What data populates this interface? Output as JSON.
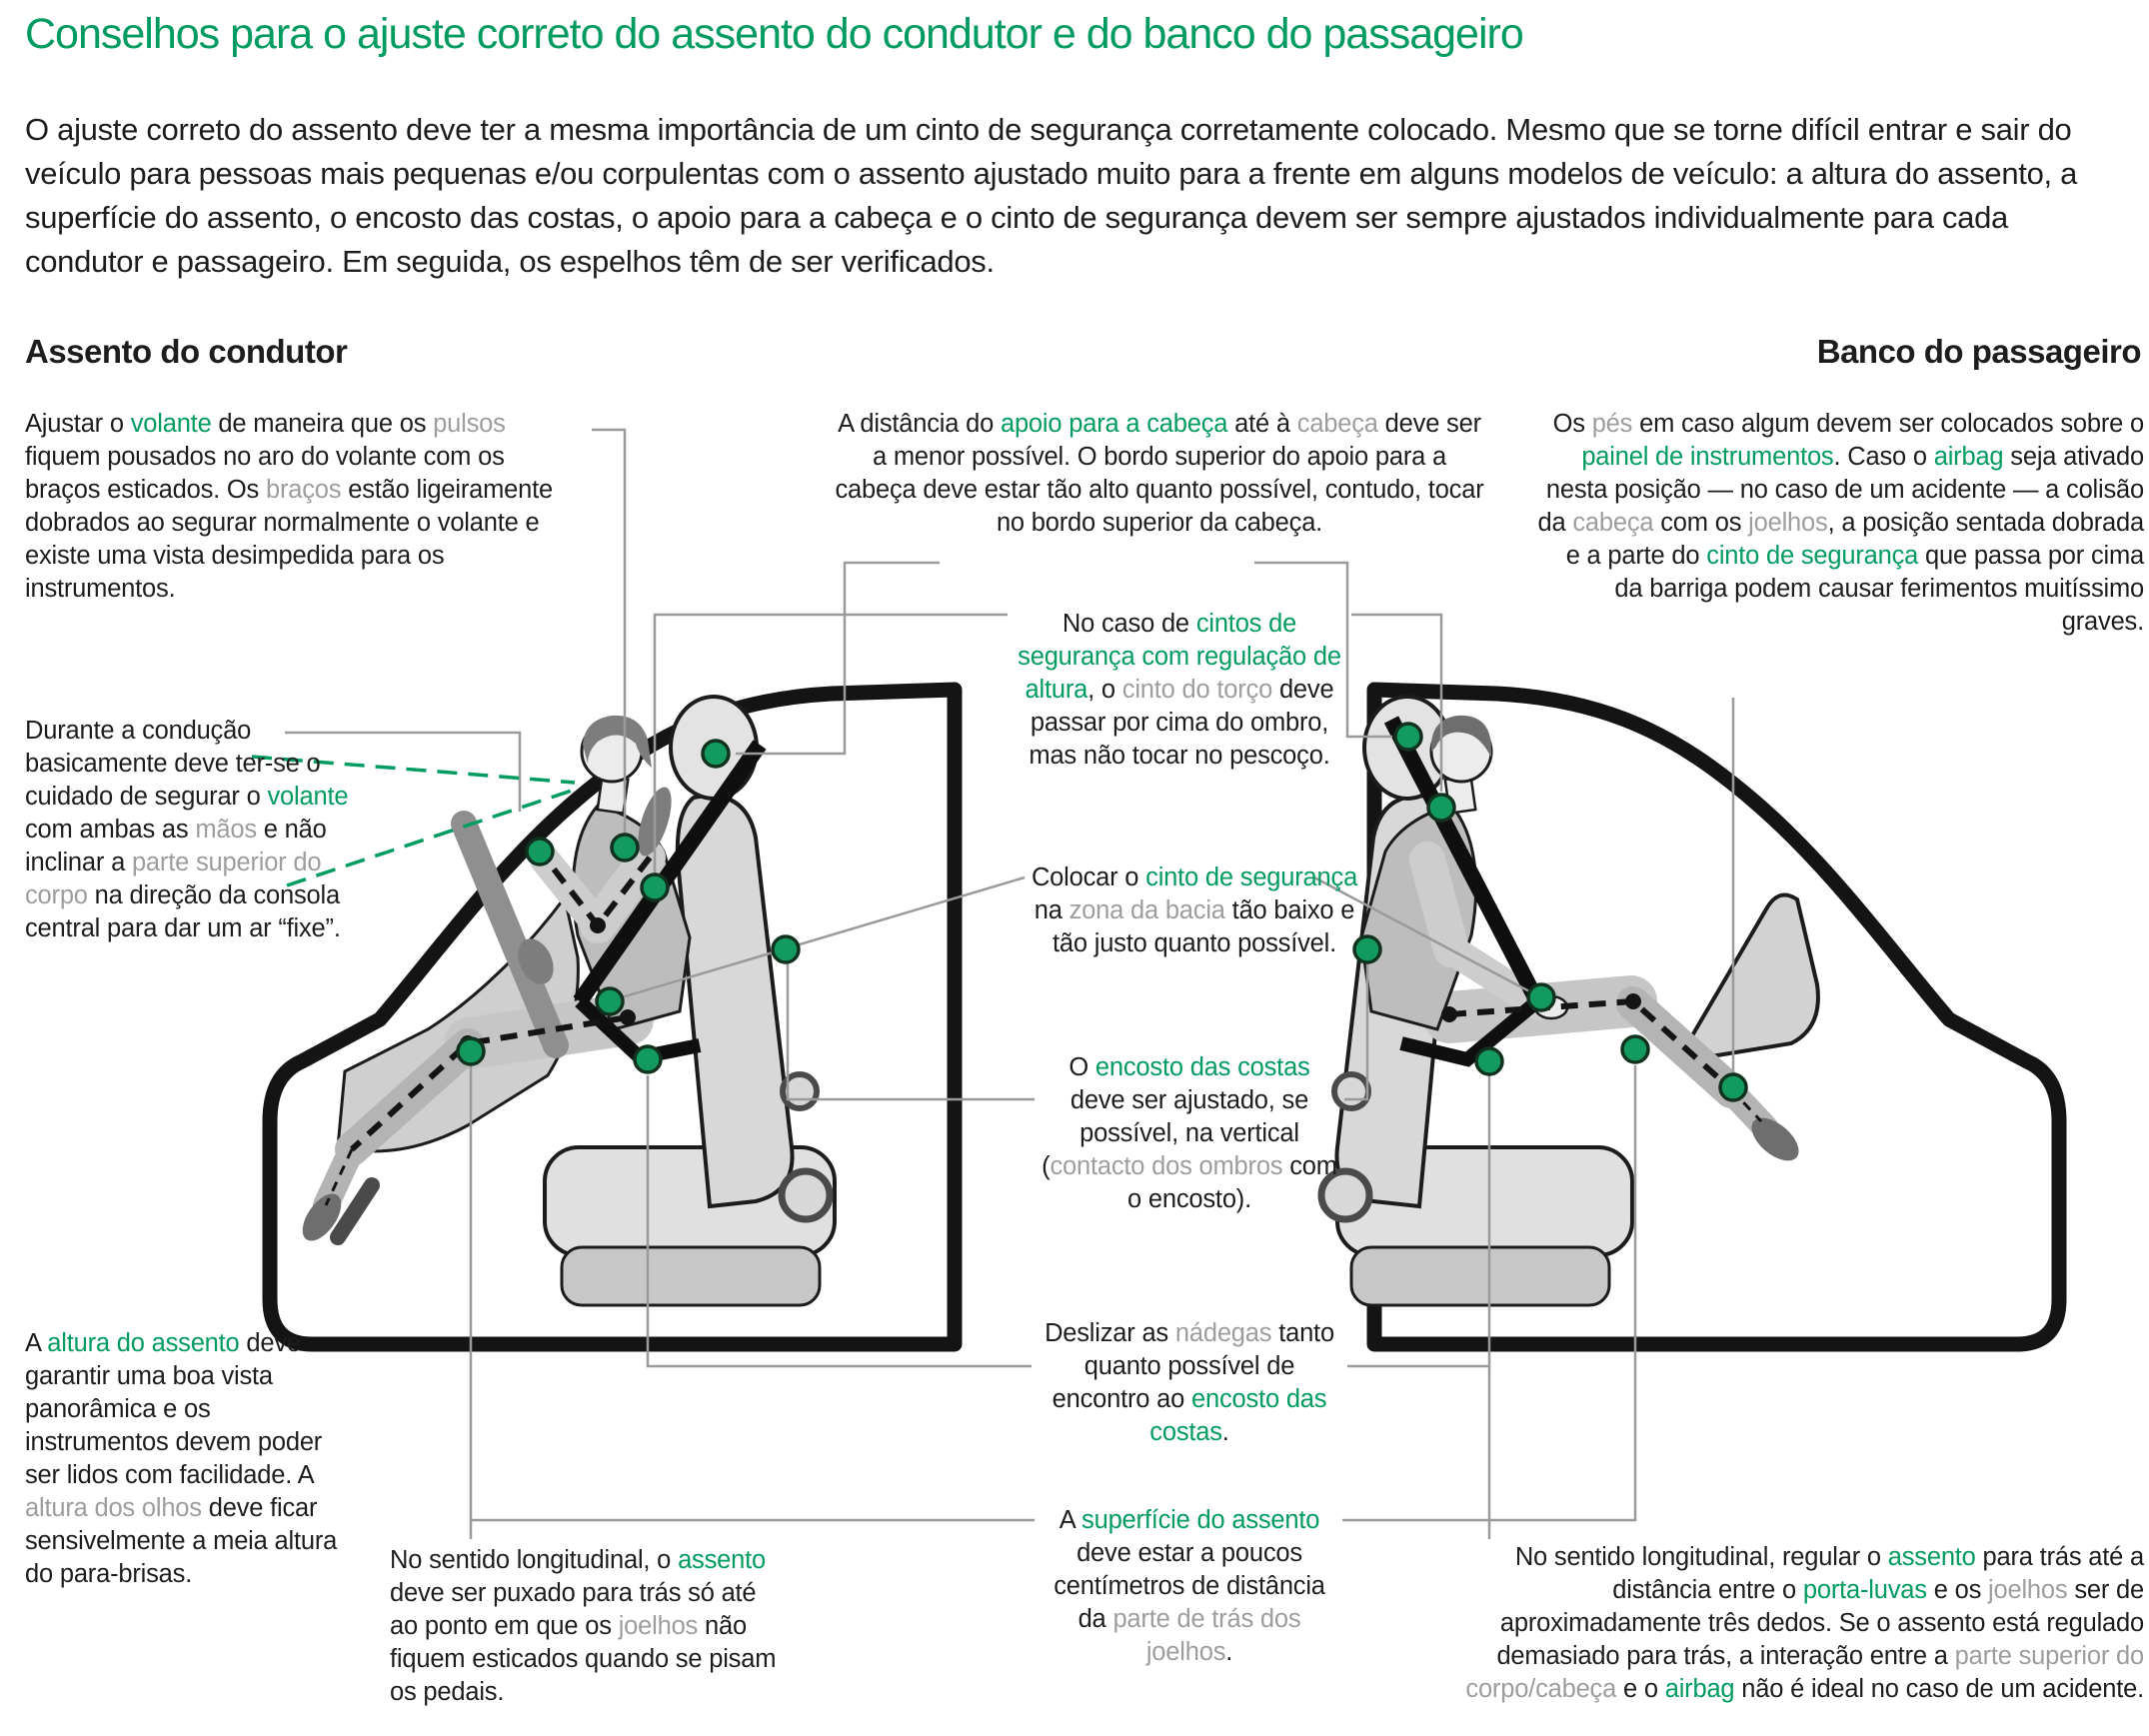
{
  "colors": {
    "accent_green": "#009b60",
    "muted_gray": "#9d9d9d",
    "ink": "#1d1d1b",
    "connector_line": "#9a9a9a",
    "marker_dot": "#129a60"
  },
  "title": "Conselhos para o ajuste correto do assento do condutor e do banco do passageiro",
  "intro": "O ajuste correto do assento deve ter a mesma importância de um cinto de segurança corretamente colocado. Mesmo que se torne difícil entrar e sair do veículo para pessoas mais pequenas e/ou corpulentas com o assento ajustado muito para a frente em alguns modelos de veículo: a altura do assento, a superfície do assento, o encosto das costas, o apoio para a cabeça e o cinto de segurança devem ser sempre ajustados individualmente para cada condutor e passageiro. Em seguida, os espelhos têm de ser verificados.",
  "sections": {
    "driver": "Assento do condutor",
    "passenger": "Banco do passageiro"
  },
  "annotations": {
    "driver_wheel": {
      "segments": [
        {
          "t": "Ajustar o ",
          "c": "b"
        },
        {
          "t": "volante",
          "c": "g"
        },
        {
          "t": " de maneira que os ",
          "c": "b"
        },
        {
          "t": "pulsos",
          "c": "y"
        },
        {
          "t": " fiquem pousados no aro do volante com os braços esticados. Os ",
          "c": "b"
        },
        {
          "t": "braços",
          "c": "y"
        },
        {
          "t": " estão ligeiramente dobrados ao segurar normalmente o volante e existe uma vista desimpedida para os instrumentos.",
          "c": "b"
        }
      ]
    },
    "driver_posture": {
      "segments": [
        {
          "t": "Durante a condução basicamente deve ter-se o cuidado de segurar o ",
          "c": "b"
        },
        {
          "t": "volante",
          "c": "g"
        },
        {
          "t": " com ambas as ",
          "c": "b"
        },
        {
          "t": "mãos",
          "c": "y"
        },
        {
          "t": " e não inclinar a ",
          "c": "b"
        },
        {
          "t": "parte superior do corpo",
          "c": "y"
        },
        {
          "t": " na direção da consola central para dar um ar “fixe”.",
          "c": "b"
        }
      ]
    },
    "driver_height": {
      "segments": [
        {
          "t": "A ",
          "c": "b"
        },
        {
          "t": "altura do assento",
          "c": "g"
        },
        {
          "t": " deve garantir uma boa vista panorâmica e os instrumentos devem poder ser lidos com facilidade. A ",
          "c": "b"
        },
        {
          "t": "altura dos olhos",
          "c": "y"
        },
        {
          "t": " deve ficar sensivelmente a meia altura do para-brisas.",
          "c": "b"
        }
      ]
    },
    "driver_longitudinal": {
      "segments": [
        {
          "t": "No sentido longitudinal, o ",
          "c": "b"
        },
        {
          "t": "assento",
          "c": "g"
        },
        {
          "t": " deve ser puxado para trás só até ao ponto em que os ",
          "c": "b"
        },
        {
          "t": "joelhos",
          "c": "y"
        },
        {
          "t": " não fiquem esticados quando se pisam os pedais.",
          "c": "b"
        }
      ]
    },
    "center_headrest": {
      "segments": [
        {
          "t": "A distância do ",
          "c": "b"
        },
        {
          "t": "apoio para a cabeça",
          "c": "g"
        },
        {
          "t": " até à ",
          "c": "b"
        },
        {
          "t": "cabeça",
          "c": "y"
        },
        {
          "t": " deve ser a menor possível. O bordo superior do apoio para a cabeça deve estar tão alto quanto possível, contudo, tocar no bordo superior da cabeça.",
          "c": "b"
        }
      ]
    },
    "center_belt": {
      "segments": [
        {
          "t": "No caso de ",
          "c": "b"
        },
        {
          "t": "cintos de segurança com regulação de altura",
          "c": "g"
        },
        {
          "t": ", o ",
          "c": "b"
        },
        {
          "t": "cinto do torço",
          "c": "y"
        },
        {
          "t": " deve passar por cima do ombro, mas não tocar no pescoço.",
          "c": "b"
        }
      ]
    },
    "center_lap": {
      "segments": [
        {
          "t": "Colocar o ",
          "c": "b"
        },
        {
          "t": "cinto de segurança",
          "c": "g"
        },
        {
          "t": " na ",
          "c": "b"
        },
        {
          "t": "zona da bacia",
          "c": "y"
        },
        {
          "t": " tão baixo e tão justo quanto possível.",
          "c": "b"
        }
      ]
    },
    "center_backrest": {
      "segments": [
        {
          "t": "O ",
          "c": "b"
        },
        {
          "t": "encosto das costas",
          "c": "g"
        },
        {
          "t": " deve ser ajustado, se possível, na vertical (",
          "c": "b"
        },
        {
          "t": "contacto dos ombros",
          "c": "y"
        },
        {
          "t": " com o encosto).",
          "c": "b"
        }
      ]
    },
    "center_buttocks": {
      "segments": [
        {
          "t": "Deslizar as ",
          "c": "b"
        },
        {
          "t": "nádegas",
          "c": "y"
        },
        {
          "t": " tanto quanto possível de encontro ao ",
          "c": "b"
        },
        {
          "t": "encosto das costas",
          "c": "g"
        },
        {
          "t": ".",
          "c": "b"
        }
      ]
    },
    "center_surface": {
      "segments": [
        {
          "t": "A ",
          "c": "b"
        },
        {
          "t": "superfície do assento",
          "c": "g"
        },
        {
          "t": " deve estar a poucos centímetros de distância da ",
          "c": "b"
        },
        {
          "t": "parte de trás dos joelhos",
          "c": "y"
        },
        {
          "t": ".",
          "c": "b"
        }
      ]
    },
    "passenger_feet": {
      "segments": [
        {
          "t": "Os ",
          "c": "b"
        },
        {
          "t": "pés",
          "c": "y"
        },
        {
          "t": " em caso algum devem ser colocados sobre o ",
          "c": "b"
        },
        {
          "t": "painel de instrumentos",
          "c": "g"
        },
        {
          "t": ". Caso o ",
          "c": "b"
        },
        {
          "t": "airbag",
          "c": "g"
        },
        {
          "t": " seja ativado nesta posição — no caso de um acidente — a colisão da ",
          "c": "b"
        },
        {
          "t": "cabeça",
          "c": "y"
        },
        {
          "t": " com os ",
          "c": "b"
        },
        {
          "t": "joelhos",
          "c": "y"
        },
        {
          "t": ", a posição sentada dobrada e a parte do ",
          "c": "b"
        },
        {
          "t": "cinto de segurança",
          "c": "g"
        },
        {
          "t": " que passa por cima da barriga podem causar ferimentos muitíssimo graves.",
          "c": "b"
        }
      ]
    },
    "passenger_longitudinal": {
      "segments": [
        {
          "t": "No sentido longitudinal, regular o ",
          "c": "b"
        },
        {
          "t": "assento",
          "c": "g"
        },
        {
          "t": " para trás até a distância entre o ",
          "c": "b"
        },
        {
          "t": "porta-luvas",
          "c": "g"
        },
        {
          "t": " e os ",
          "c": "b"
        },
        {
          "t": "joelhos",
          "c": "y"
        },
        {
          "t": " ser de aproximadamente três dedos. Se o assento está regulado demasiado para trás, a interação entre a ",
          "c": "b"
        },
        {
          "t": "parte superior do corpo/cabeça",
          "c": "y"
        },
        {
          "t": " e o ",
          "c": "b"
        },
        {
          "t": "airbag",
          "c": "g"
        },
        {
          "t": " não é ideal no caso de um acidente.",
          "c": "b"
        }
      ]
    }
  }
}
